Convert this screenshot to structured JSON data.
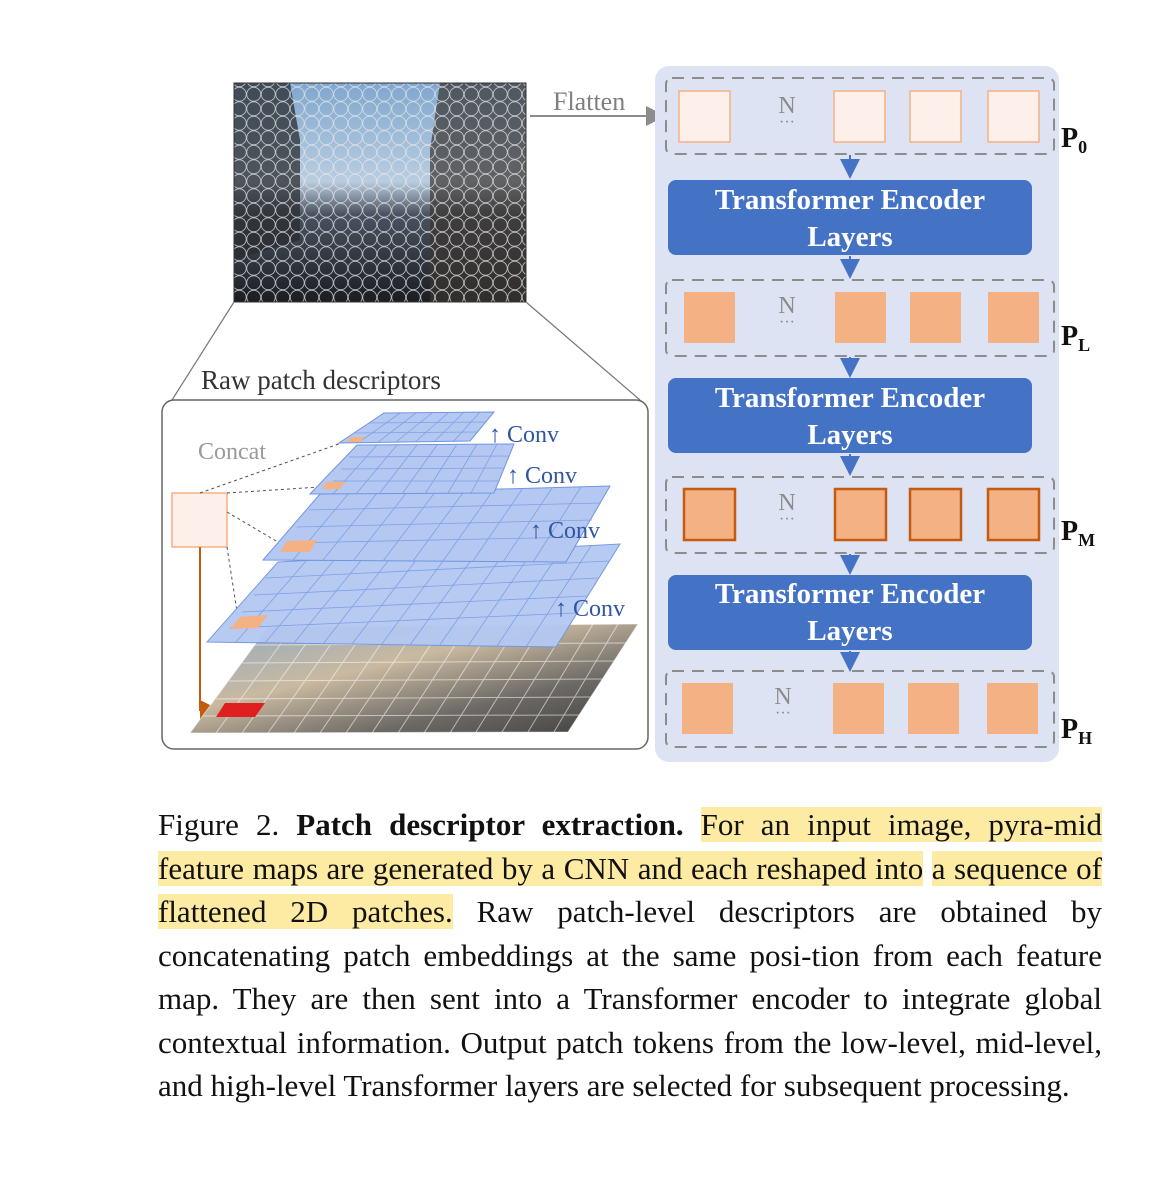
{
  "figure": {
    "flatten_label": "Flatten",
    "raw_patch_label": "Raw patch descriptors",
    "concat_label": "Concat",
    "conv_label": "↑ Conv",
    "n_label": "N",
    "ellipsis": "···",
    "encoder_line1": "Transformer Encoder",
    "encoder_line2": "Layers",
    "row_labels": {
      "p0": {
        "base": "P",
        "sub": "0"
      },
      "pl": {
        "base": "P",
        "sub": "L"
      },
      "pm": {
        "base": "P",
        "sub": "M"
      },
      "ph": {
        "base": "P",
        "sub": "H"
      }
    },
    "colors": {
      "panel_bg": "#dde3f3",
      "encoder_blue": "#4472c4",
      "patch_light": "#fdf0ea",
      "patch_orange": "#f4b183",
      "patch_border_dark": "#c55a11",
      "grid_blue": "#a9c2f0",
      "highlight": "#fdeaa3"
    }
  },
  "caption": {
    "label": "Figure 2.",
    "title": "Patch descriptor extraction.",
    "highlighted": {
      "l1": "For an input image, pyra-",
      "l2": "mid feature maps are generated by a CNN and each reshaped into",
      "l3": "a sequence of flattened 2D patches."
    },
    "plain": {
      "l3": " Raw patch-level descriptors",
      "l4": "are obtained by concatenating patch embeddings at the same posi-",
      "l5": "tion from each feature map. They are then sent into a Transformer",
      "l6": "encoder to integrate global contextual information. Output patch",
      "l7": "tokens from the low-level, mid-level, and high-level Transformer",
      "l8": "layers are selected for subsequent processing."
    }
  }
}
